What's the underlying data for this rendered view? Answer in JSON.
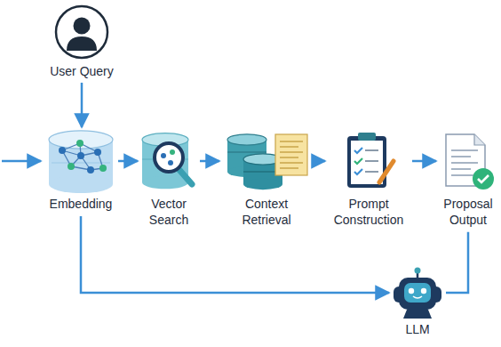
{
  "diagram": {
    "nodes": [
      {
        "text": [
          "User Query"
        ]
      },
      {
        "text": [
          "Embedding"
        ]
      },
      {
        "text": [
          "Vector Search"
        ]
      },
      {
        "text": [
          "Context Retrieval"
        ]
      },
      {
        "text": [
          "Prompt Construction"
        ]
      },
      {
        "text": [
          "Proposal Output"
        ]
      },
      {
        "text": [
          "LLM"
        ]
      }
    ],
    "edges": [
      {
        "from": 0,
        "to": 1,
        "arrow": "to"
      },
      {
        "from": 1,
        "to": 2,
        "arrow": "to"
      },
      {
        "from": 2,
        "to": 3,
        "arrow": "to"
      },
      {
        "from": 3,
        "to": 4,
        "arrow": "to"
      },
      {
        "from": 4,
        "to": 5,
        "arrow": "to"
      },
      {
        "from": 1,
        "to": 6,
        "arrow": "to"
      },
      {
        "from": 5,
        "to": 6,
        "arrow": "none"
      }
    ]
  }
}
